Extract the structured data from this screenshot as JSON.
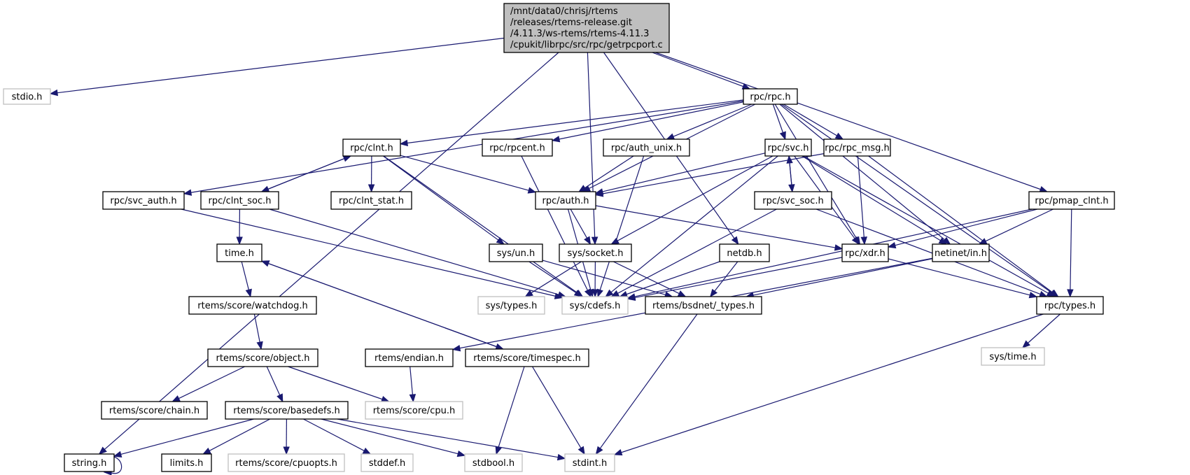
{
  "title": "Include dependency graph for getrpcport.c",
  "colors": {
    "edge": "#191970",
    "root_fill": "#bfbfbf",
    "node_border": "#000000",
    "external_border": "#bfbfbf",
    "background": "#ffffff"
  },
  "nodes": [
    {
      "id": "root",
      "label_lines": [
        "/mnt/data0/chrisj/rtems",
        "/releases/rtems-release.git",
        "/4.11.3/ws-rtems/rtems-4.11.3",
        "/cpukit/librpc/src/rpc/getrpcport.c"
      ],
      "kind": "root"
    },
    {
      "id": "stdio",
      "label": "stdio.h",
      "kind": "external"
    },
    {
      "id": "rpc_rpc",
      "label": "rpc/rpc.h",
      "kind": "internal"
    },
    {
      "id": "rpc_clnt",
      "label": "rpc/clnt.h",
      "kind": "internal"
    },
    {
      "id": "rpc_rpcent",
      "label": "rpc/rpcent.h",
      "kind": "internal"
    },
    {
      "id": "rpc_auth_unix",
      "label": "rpc/auth_unix.h",
      "kind": "internal"
    },
    {
      "id": "rpc_svc",
      "label": "rpc/svc.h",
      "kind": "internal"
    },
    {
      "id": "rpc_rpc_msg",
      "label": "rpc/rpc_msg.h",
      "kind": "internal"
    },
    {
      "id": "rpc_svc_auth",
      "label": "rpc/svc_auth.h",
      "kind": "internal"
    },
    {
      "id": "rpc_clnt_soc",
      "label": "rpc/clnt_soc.h",
      "kind": "internal"
    },
    {
      "id": "rpc_clnt_stat",
      "label": "rpc/clnt_stat.h",
      "kind": "internal"
    },
    {
      "id": "rpc_auth",
      "label": "rpc/auth.h",
      "kind": "internal"
    },
    {
      "id": "rpc_svc_soc",
      "label": "rpc/svc_soc.h",
      "kind": "internal"
    },
    {
      "id": "rpc_pmap_clnt",
      "label": "rpc/pmap_clnt.h",
      "kind": "internal"
    },
    {
      "id": "time",
      "label": "time.h",
      "kind": "internal"
    },
    {
      "id": "sys_un",
      "label": "sys/un.h",
      "kind": "internal"
    },
    {
      "id": "sys_socket",
      "label": "sys/socket.h",
      "kind": "internal"
    },
    {
      "id": "netdb",
      "label": "netdb.h",
      "kind": "internal"
    },
    {
      "id": "rpc_xdr",
      "label": "rpc/xdr.h",
      "kind": "internal"
    },
    {
      "id": "netinet_in",
      "label": "netinet/in.h",
      "kind": "internal"
    },
    {
      "id": "sys_types",
      "label": "sys/types.h",
      "kind": "external"
    },
    {
      "id": "sys_cdefs",
      "label": "sys/cdefs.h",
      "kind": "external"
    },
    {
      "id": "bsdnet_types",
      "label": "rtems/bsdnet/_types.h",
      "kind": "internal"
    },
    {
      "id": "rpc_types",
      "label": "rpc/types.h",
      "kind": "internal"
    },
    {
      "id": "watchdog",
      "label": "rtems/score/watchdog.h",
      "kind": "internal"
    },
    {
      "id": "object",
      "label": "rtems/score/object.h",
      "kind": "internal"
    },
    {
      "id": "endian",
      "label": "rtems/endian.h",
      "kind": "internal"
    },
    {
      "id": "timespec",
      "label": "rtems/score/timespec.h",
      "kind": "internal"
    },
    {
      "id": "sys_time",
      "label": "sys/time.h",
      "kind": "external"
    },
    {
      "id": "chain",
      "label": "rtems/score/chain.h",
      "kind": "internal"
    },
    {
      "id": "basedefs",
      "label": "rtems/score/basedefs.h",
      "kind": "internal"
    },
    {
      "id": "cpu",
      "label": "rtems/score/cpu.h",
      "kind": "external"
    },
    {
      "id": "string",
      "label": "string.h",
      "kind": "internal"
    },
    {
      "id": "limits",
      "label": "limits.h",
      "kind": "internal"
    },
    {
      "id": "cpuopts",
      "label": "rtems/score/cpuopts.h",
      "kind": "external"
    },
    {
      "id": "stddef",
      "label": "stddef.h",
      "kind": "external"
    },
    {
      "id": "stdbool",
      "label": "stdbool.h",
      "kind": "external"
    },
    {
      "id": "stdint",
      "label": "stdint.h",
      "kind": "external"
    }
  ],
  "edges": [
    [
      "root",
      "stdio"
    ],
    [
      "root",
      "string"
    ],
    [
      "root",
      "sys_socket"
    ],
    [
      "root",
      "netdb"
    ],
    [
      "root",
      "rpc_rpc"
    ],
    [
      "root",
      "rpc_pmap_clnt"
    ],
    [
      "rpc_rpc",
      "rpc_clnt"
    ],
    [
      "rpc_rpc",
      "rpc_rpcent"
    ],
    [
      "rpc_rpc",
      "rpc_auth_unix"
    ],
    [
      "rpc_rpc",
      "rpc_svc"
    ],
    [
      "rpc_rpc",
      "rpc_rpc_msg"
    ],
    [
      "rpc_rpc",
      "rpc_svc_auth"
    ],
    [
      "rpc_rpc",
      "rpc_auth"
    ],
    [
      "rpc_rpc",
      "rpc_xdr"
    ],
    [
      "rpc_rpc",
      "netinet_in"
    ],
    [
      "rpc_rpc",
      "rpc_types"
    ],
    [
      "rpc_clnt",
      "rpc_clnt_soc"
    ],
    [
      "rpc_clnt",
      "rpc_clnt_stat"
    ],
    [
      "rpc_clnt",
      "rpc_auth"
    ],
    [
      "rpc_clnt",
      "sys_un"
    ],
    [
      "rpc_clnt",
      "sys_cdefs"
    ],
    [
      "rpc_clnt_soc",
      "rpc_clnt"
    ],
    [
      "rpc_clnt_soc",
      "time"
    ],
    [
      "rpc_clnt_soc",
      "sys_cdefs"
    ],
    [
      "rpc_rpcent",
      "sys_cdefs"
    ],
    [
      "rpc_auth_unix",
      "rpc_auth"
    ],
    [
      "rpc_auth_unix",
      "sys_cdefs"
    ],
    [
      "rpc_svc",
      "rpc_auth"
    ],
    [
      "rpc_svc",
      "rpc_svc_soc"
    ],
    [
      "rpc_svc",
      "sys_socket"
    ],
    [
      "rpc_svc",
      "sys_cdefs"
    ],
    [
      "rpc_svc",
      "rpc_xdr"
    ],
    [
      "rpc_svc",
      "netinet_in"
    ],
    [
      "rpc_svc",
      "rpc_types"
    ],
    [
      "rpc_svc_soc",
      "rpc_svc"
    ],
    [
      "rpc_svc_soc",
      "sys_cdefs"
    ],
    [
      "rpc_svc_soc",
      "rpc_types"
    ],
    [
      "rpc_rpc_msg",
      "rpc_auth"
    ],
    [
      "rpc_rpc_msg",
      "rpc_xdr"
    ],
    [
      "rpc_rpc_msg",
      "rpc_types"
    ],
    [
      "rpc_svc_auth",
      "sys_cdefs"
    ],
    [
      "rpc_auth",
      "sys_socket"
    ],
    [
      "rpc_auth",
      "sys_cdefs"
    ],
    [
      "rpc_auth",
      "rpc_xdr"
    ],
    [
      "rpc_pmap_clnt",
      "rpc_xdr"
    ],
    [
      "rpc_pmap_clnt",
      "netinet_in"
    ],
    [
      "rpc_pmap_clnt",
      "rpc_types"
    ],
    [
      "rpc_pmap_clnt",
      "sys_cdefs"
    ],
    [
      "time",
      "watchdog"
    ],
    [
      "time",
      "timespec"
    ],
    [
      "sys_un",
      "sys_cdefs"
    ],
    [
      "sys_un",
      "bsdnet_types"
    ],
    [
      "sys_socket",
      "sys_types"
    ],
    [
      "sys_socket",
      "sys_cdefs"
    ],
    [
      "sys_socket",
      "bsdnet_types"
    ],
    [
      "netdb",
      "sys_cdefs"
    ],
    [
      "netdb",
      "bsdnet_types"
    ],
    [
      "rpc_xdr",
      "sys_cdefs"
    ],
    [
      "rpc_xdr",
      "rpc_types"
    ],
    [
      "netinet_in",
      "bsdnet_types"
    ],
    [
      "netinet_in",
      "endian"
    ],
    [
      "bsdnet_types",
      "stdint"
    ],
    [
      "rpc_types",
      "sys_time"
    ],
    [
      "rpc_types",
      "stdint"
    ],
    [
      "watchdog",
      "object"
    ],
    [
      "object",
      "chain"
    ],
    [
      "object",
      "basedefs"
    ],
    [
      "object",
      "cpu"
    ],
    [
      "endian",
      "cpu"
    ],
    [
      "timespec",
      "time"
    ],
    [
      "timespec",
      "stdbool"
    ],
    [
      "timespec",
      "stdint"
    ],
    [
      "basedefs",
      "string"
    ],
    [
      "basedefs",
      "limits"
    ],
    [
      "basedefs",
      "cpuopts"
    ],
    [
      "basedefs",
      "stddef"
    ],
    [
      "basedefs",
      "stdbool"
    ],
    [
      "basedefs",
      "stdint"
    ],
    [
      "string",
      "string"
    ]
  ]
}
